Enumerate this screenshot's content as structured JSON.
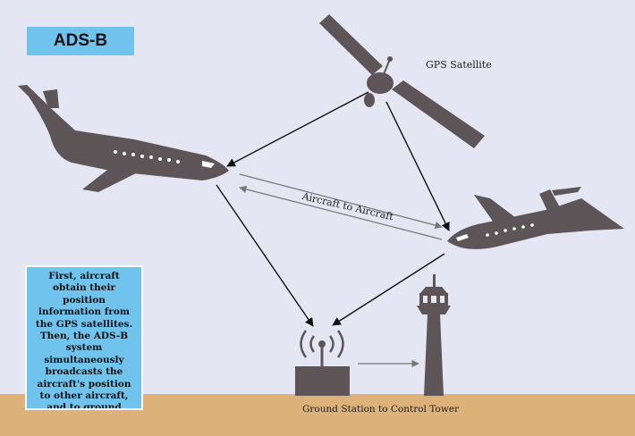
{
  "title": "ADS-B",
  "labels": {
    "gps_satellite": "GPS Satellite",
    "aircraft_to_aircraft": "Aircraft to Aircraft",
    "ground_to_tower": "Ground Station to Control Tower"
  },
  "info_text": "First, aircraft obtain their position information from the GPS satellites. Then, the ADS-B system simultaneously broadcasts the aircraft's position to other aircraft, and to ground stations.",
  "colors": {
    "background": "#e4e7f3",
    "ground": "#dcb27a",
    "silhouette": "#5d5558",
    "badge": "#6fc3ec"
  }
}
